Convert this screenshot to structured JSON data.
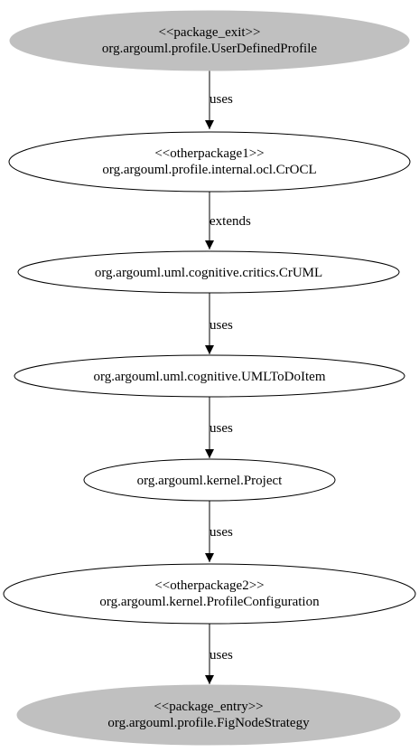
{
  "diagram": {
    "colors": {
      "boundary_fill": "#c0c0c0",
      "internal_fill": "#ffffff",
      "stroke": "#000000"
    },
    "nodes": [
      {
        "id": "user-defined-profile",
        "kind": "boundary",
        "lines": [
          "<<package_exit>>",
          "org.argouml.profile.UserDefinedProfile"
        ]
      },
      {
        "id": "cr-ocl",
        "kind": "internal",
        "lines": [
          "<<otherpackage1>>",
          "org.argouml.profile.internal.ocl.CrOCL"
        ]
      },
      {
        "id": "cr-uml",
        "kind": "internal",
        "lines": [
          "org.argouml.uml.cognitive.critics.CrUML"
        ]
      },
      {
        "id": "uml-todo-item",
        "kind": "internal",
        "lines": [
          "org.argouml.uml.cognitive.UMLToDoItem"
        ]
      },
      {
        "id": "project",
        "kind": "internal",
        "lines": [
          "org.argouml.kernel.Project"
        ]
      },
      {
        "id": "profile-configuration",
        "kind": "internal",
        "lines": [
          "<<otherpackage2>>",
          "org.argouml.kernel.ProfileConfiguration"
        ]
      },
      {
        "id": "fig-node-strategy",
        "kind": "boundary",
        "lines": [
          "<<package_entry>>",
          "org.argouml.profile.FigNodeStrategy"
        ]
      }
    ],
    "edges": [
      {
        "from": "user-defined-profile",
        "to": "cr-ocl",
        "label": "uses"
      },
      {
        "from": "cr-ocl",
        "to": "cr-uml",
        "label": "extends"
      },
      {
        "from": "cr-uml",
        "to": "uml-todo-item",
        "label": "uses"
      },
      {
        "from": "uml-todo-item",
        "to": "project",
        "label": "uses"
      },
      {
        "from": "project",
        "to": "profile-configuration",
        "label": "uses"
      },
      {
        "from": "profile-configuration",
        "to": "fig-node-strategy",
        "label": "uses"
      }
    ]
  }
}
